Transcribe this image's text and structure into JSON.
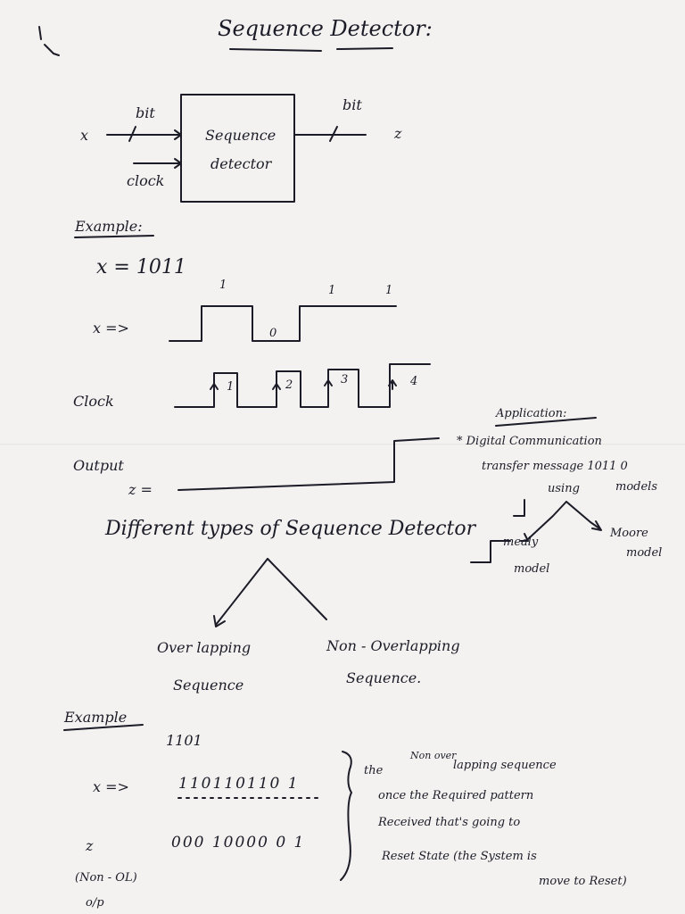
{
  "title": "Sequence Detector:",
  "block": {
    "input_x": "x",
    "input_bit": "bit",
    "input_clock": "clock",
    "box_line1": "Sequence",
    "box_line2": "detector",
    "output_bit": "bit",
    "output_z": "z"
  },
  "example1": {
    "heading": "Example:",
    "x_value": "x = 1011",
    "x_arrow": "x =>",
    "clock_label": "Clock",
    "output_label": "Output",
    "z_label": "z =",
    "bit_marks": [
      "1",
      "0",
      "1",
      "1"
    ],
    "clock_marks": [
      "1",
      "2",
      "3",
      "4"
    ]
  },
  "application": {
    "heading": "Application:",
    "line1": "* Digital Communication",
    "line2": "transfer message 1011 0",
    "using": "using",
    "models": "models",
    "mealy": "mealy",
    "mealy_model": "model",
    "moore": "Moore",
    "moore_model": "model"
  },
  "types": {
    "heading": "Different types of Sequence Detector",
    "overlapping_1": "Over lapping",
    "overlapping_2": "Sequence",
    "non_overlapping_1": "Non - Overlapping",
    "non_overlapping_2": "Sequence."
  },
  "example2": {
    "heading": "Example",
    "pattern": "1101",
    "x_arrow": "x =>",
    "x_seq": "110110110 1",
    "z_label": "z",
    "z_seq": "000 10000 0 1",
    "z_note": "(Non - OL)",
    "o_p": "o/p"
  },
  "note": {
    "l1a": "the",
    "l1b": "Non over",
    "l1c": "lapping sequence",
    "l2": "once the Required pattern",
    "l3": "Received that's going to",
    "l4": "Reset State (the System is",
    "l5": "move to Reset)"
  }
}
